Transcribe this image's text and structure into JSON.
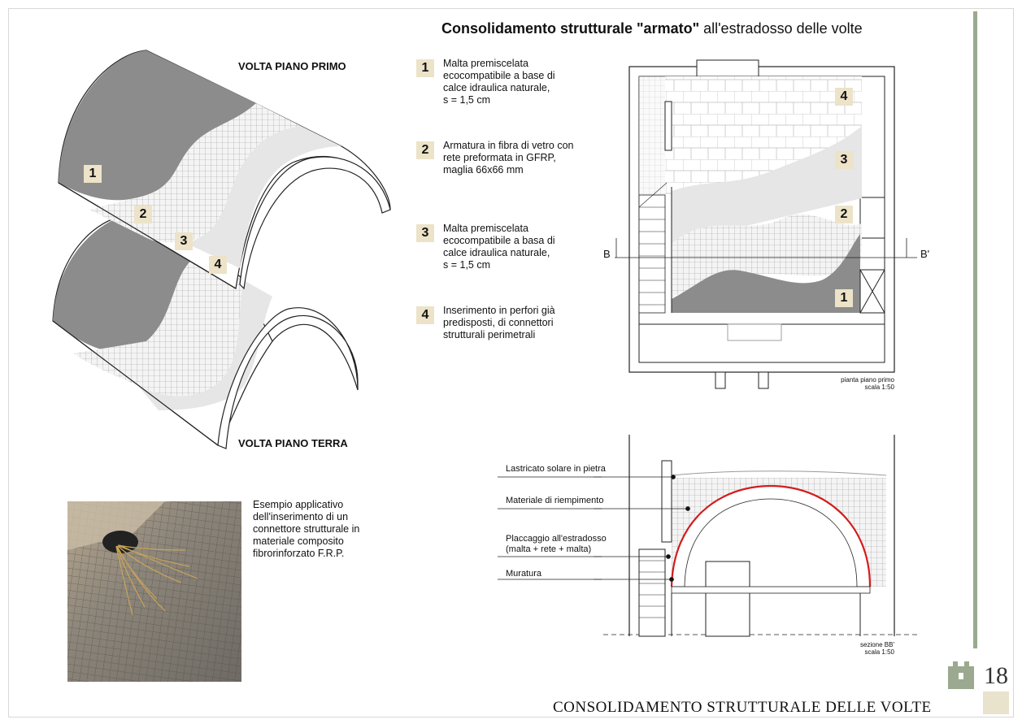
{
  "title": {
    "bold": "Consolidamento strutturale \"armato\"",
    "rest": " all'estradosso delle volte"
  },
  "vaults": {
    "upper_label": "VOLTA PIANO PRIMO",
    "lower_label": "VOLTA PIANO TERRA"
  },
  "layer_numbers": [
    "1",
    "2",
    "3",
    "4"
  ],
  "legend": [
    {
      "num": "1",
      "text": "Malta premiscelata\necocompatibile a base di\ncalce idraulica naturale,\ns = 1,5 cm"
    },
    {
      "num": "2",
      "text": "Armatura in fibra di vetro con\nrete preformata in GFRP,\nmaglia 66x66 mm"
    },
    {
      "num": "3",
      "text": "Malta premiscelata\necocompatibile a basa di\ncalce idraulica naturale,\ns = 1,5 cm"
    },
    {
      "num": "4",
      "text": "Inserimento in perfori già\npredisposti, di connettori\nstrutturali perimetrali"
    }
  ],
  "plan": {
    "section_left": "B",
    "section_right": "B'",
    "caption": "pianta piano primo",
    "scale": "scala 1:50"
  },
  "section": {
    "labels": [
      "Lastricato solare in pietra",
      "Materiale di riempimento",
      "Placcaggio all'estradosso\n(malta + rete + malta)",
      "Muratura"
    ],
    "caption": "sezione BB'",
    "scale": "scala 1:50"
  },
  "photo_caption": "Esempio applicativo\ndell'inserimento di un\nconnettore strutturale in\nmateriale composito\nfibrorinforzato F.R.P.",
  "footer": {
    "text": "CONSOLIDAMENTO STRUTTURALE DELLE VOLTE",
    "page": "18"
  },
  "colors": {
    "accent_bar": "#9aa98f",
    "number_bg": "#ece3c8",
    "dark_layer": "#8c8c8c",
    "light_layer": "#e8e8e8",
    "red_line": "#d41c1c",
    "footer_cream": "#e9e2cc"
  }
}
